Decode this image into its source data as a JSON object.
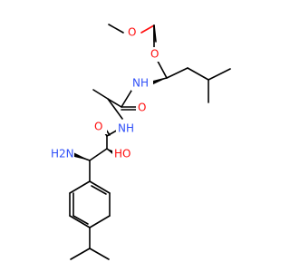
{
  "diagram": {
    "type": "chemical-structure",
    "atoms": [
      {
        "id": "ester-o",
        "element": "O",
        "text": "O"
      },
      {
        "id": "carbonyl-o-ester",
        "element": "O",
        "text": "O"
      },
      {
        "id": "nh-leucine",
        "element": "N",
        "text": "NH"
      },
      {
        "id": "carbonyl-o-amide",
        "element": "O",
        "text": "O"
      },
      {
        "id": "nh-alanine",
        "element": "N",
        "text": "NH"
      },
      {
        "id": "carbonyl-o-amide2",
        "element": "O",
        "text": "O"
      },
      {
        "id": "nh2",
        "element": "N",
        "text": "H2N"
      },
      {
        "id": "oh",
        "element": "O",
        "text": "HO"
      }
    ],
    "colors": {
      "carbon": "#000000",
      "nitrogen": "#3050f8",
      "oxygen": "#ff0d0d"
    }
  }
}
